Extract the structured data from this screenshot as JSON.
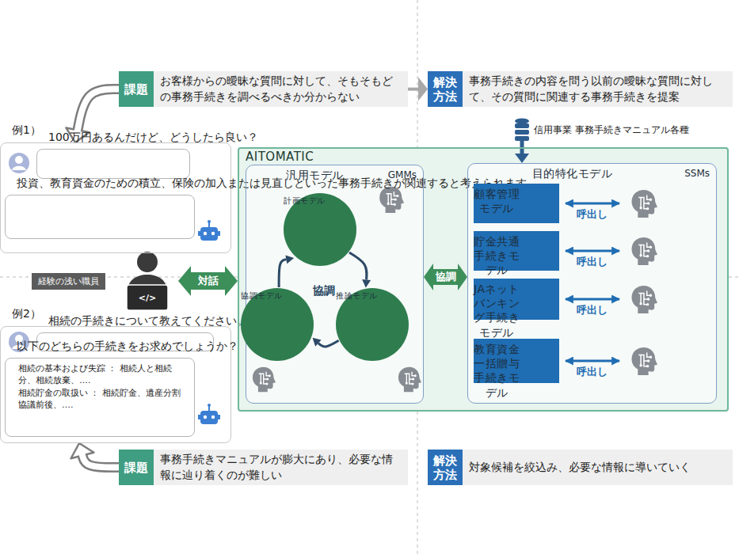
{
  "diagram": {
    "nodes": [
      {
        "text": [
          "課題",
          "お客様からの曖昧な質問に対して、そもそもどの事務手続きを調べるべきか分からない"
        ]
      },
      {
        "text": [
          "解決方法",
          "事務手続きの内容を問う以前の曖昧な質問に対して、その質問に関連する事務手続きを提案"
        ]
      },
      {
        "text": [
          "信用事業 事務手続きマニュアル各種"
        ]
      },
      {
        "text": [
          "例1）"
        ]
      },
      {
        "text": [
          "100万円あるんだけど、どうしたら良い？"
        ],
        "in": 3
      },
      {
        "text": [
          "投資、教育資金のための積立、保険の加入または見直しといった事務手続きが関連すると考えられます。"
        ],
        "in": 3
      },
      {
        "text": [
          "経験の浅い職員"
        ]
      },
      {
        "text": [
          "例2）"
        ]
      },
      {
        "text": [
          "相続の手続きについて教えてください。"
        ],
        "in": 7
      },
      {
        "text": [
          "以下のどちらの手続きをお求めでしょうか？",
          "相続の基本および失踪 ： 相続人と相続分、相続放棄、‥‥",
          "相続貯金の取扱い ： 相続貯金、遺産分割協議前後、‥‥"
        ],
        "in": 7
      },
      {
        "text": [
          "課題",
          "事務手続きマニュアルが膨大にあり、必要な情報に辿り着くのが難しい"
        ]
      },
      {
        "text": [
          "解決方法",
          "対象候補を絞込み、必要な情報に導いていく"
        ]
      },
      {
        "text": [
          "AITOMATIC"
        ]
      },
      {
        "text": [
          "汎用モデル",
          "GMMs"
        ],
        "in": 12
      },
      {
        "text": [
          "計画モデル"
        ],
        "in": 13
      },
      {
        "text": [
          "協調モデル"
        ],
        "in": 13
      },
      {
        "text": [
          "推論モデル"
        ],
        "in": 13
      },
      {
        "text": [
          "目的特化モデル",
          "SSMs"
        ],
        "in": 12
      },
      {
        "text": [
          "顧客管理モデル"
        ],
        "in": 17
      },
      {
        "text": [
          "貯金共通手続きモデル"
        ],
        "in": 17
      },
      {
        "text": [
          "JAネットバンキング手続きモデル"
        ],
        "in": 17
      },
      {
        "text": [
          "教育資金一括贈与手続きモデル"
        ],
        "in": 17
      }
    ],
    "edges": [
      {
        "from": 0,
        "to": 1,
        "arrow": "to"
      },
      {
        "from": 0,
        "to": 3,
        "arrow": "to"
      },
      {
        "from": 10,
        "to": 7,
        "arrow": "to"
      },
      {
        "from": 2,
        "to": 17,
        "arrow": "to"
      },
      {
        "from": 6,
        "to": 12,
        "arrow": "both",
        "label": "対話"
      },
      {
        "from": 13,
        "to": 17,
        "arrow": "both",
        "label": "協調"
      },
      {
        "from": 14,
        "to": 16,
        "arrow": "to"
      },
      {
        "from": 16,
        "to": 15,
        "arrow": "to"
      },
      {
        "from": 15,
        "to": 14,
        "arrow": "to"
      }
    ],
    "labels": [
      "協調",
      "呼出し",
      "呼出し",
      "呼出し",
      "呼出し",
      "</>"
    ]
  }
}
